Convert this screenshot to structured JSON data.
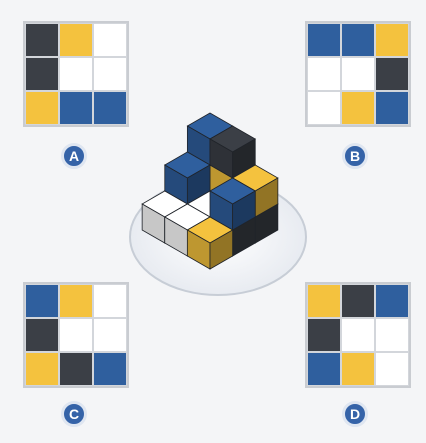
{
  "colors": {
    "blue": "#2f5f9e",
    "yellow": "#f4c23e",
    "dark": "#3b3f46",
    "white": "#ffffff"
  },
  "options": [
    {
      "key": "a",
      "label": "A",
      "cells": [
        "dark",
        "yellow",
        "white",
        "dark",
        "white",
        "white",
        "yellow",
        "blue",
        "blue"
      ]
    },
    {
      "key": "b",
      "label": "B",
      "cells": [
        "blue",
        "blue",
        "yellow",
        "white",
        "white",
        "dark",
        "white",
        "yellow",
        "blue"
      ]
    },
    {
      "key": "c",
      "label": "C",
      "cells": [
        "blue",
        "yellow",
        "white",
        "dark",
        "white",
        "white",
        "yellow",
        "dark",
        "blue"
      ]
    },
    {
      "key": "d",
      "label": "D",
      "cells": [
        "yellow",
        "dark",
        "blue",
        "dark",
        "white",
        "white",
        "blue",
        "yellow",
        "white"
      ]
    }
  ]
}
